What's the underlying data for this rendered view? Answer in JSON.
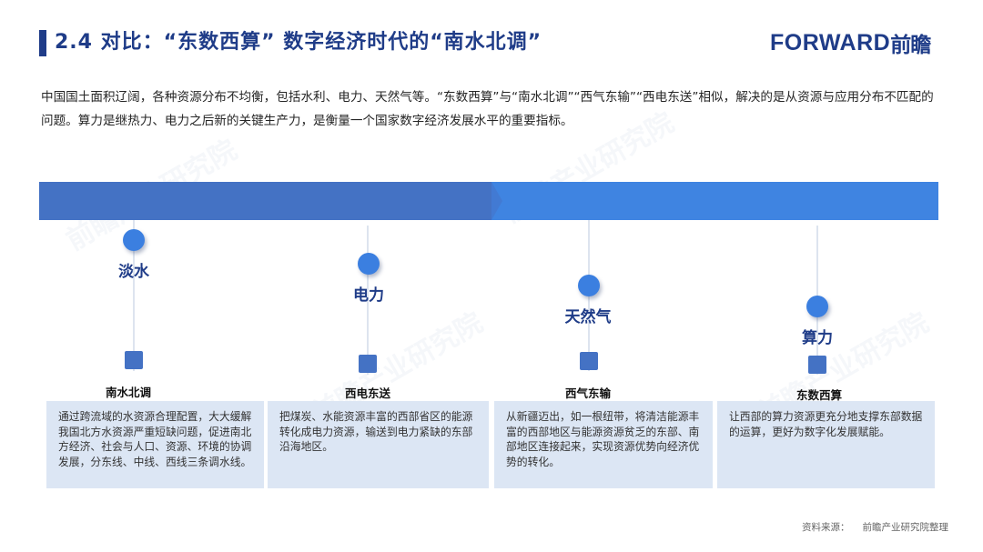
{
  "header": {
    "title": "2.4 对比：“东数西算” 数字经济时代的“南水北调”",
    "logo_latin": "FORWARD",
    "logo_cjk": "前瞻"
  },
  "intro": {
    "text": "中国国土面积辽阔，各种资源分布不均衡，包括水利、电力、天然气等。“东数西算”与“南水北调”“西气东输”“西电东送”相似，解决的是从资源与应用分布不匹配的问题。算力是继热力、电力之后新的关键生产力，是衡量一个国家数字经济发展水平的重要指标。"
  },
  "timeline": {
    "colors": {
      "bar_left": "#4472C4",
      "bar_right": "#3F84E1",
      "dot": "#3B7FE0",
      "square": "#4472C4",
      "card_bg": "#DCE6F4",
      "label": "#1F3C88"
    },
    "nodes": [
      {
        "resource": "淡水",
        "project": "南水北调",
        "description": "通过跨流域的水资源合理配置，大大缓解我国北方水资源严重短缺问题，促进南北方经济、社会与人口、资源、环境的协调发展，分东线、中线、西线三条调水线。"
      },
      {
        "resource": "电力",
        "project": "西电东送",
        "description": "把煤炭、水能资源丰富的西部省区的能源转化成电力资源，输送到电力紧缺的东部沿海地区。"
      },
      {
        "resource": "天然气",
        "project": "西气东输",
        "description": "从新疆迈出，如一根纽带，将清洁能源丰富的西部地区与能源资源贫乏的东部、南部地区连接起来，实现资源优势向经济优势的转化。"
      },
      {
        "resource": "算力",
        "project": "东数西算",
        "description": "让西部的算力资源更充分地支撑东部数据的运算，更好为数字化发展赋能。"
      }
    ]
  },
  "footer": {
    "source_label": "资料来源：",
    "source_value": "前瞻产业研究院整理"
  },
  "watermark": "前瞻产业研究院"
}
